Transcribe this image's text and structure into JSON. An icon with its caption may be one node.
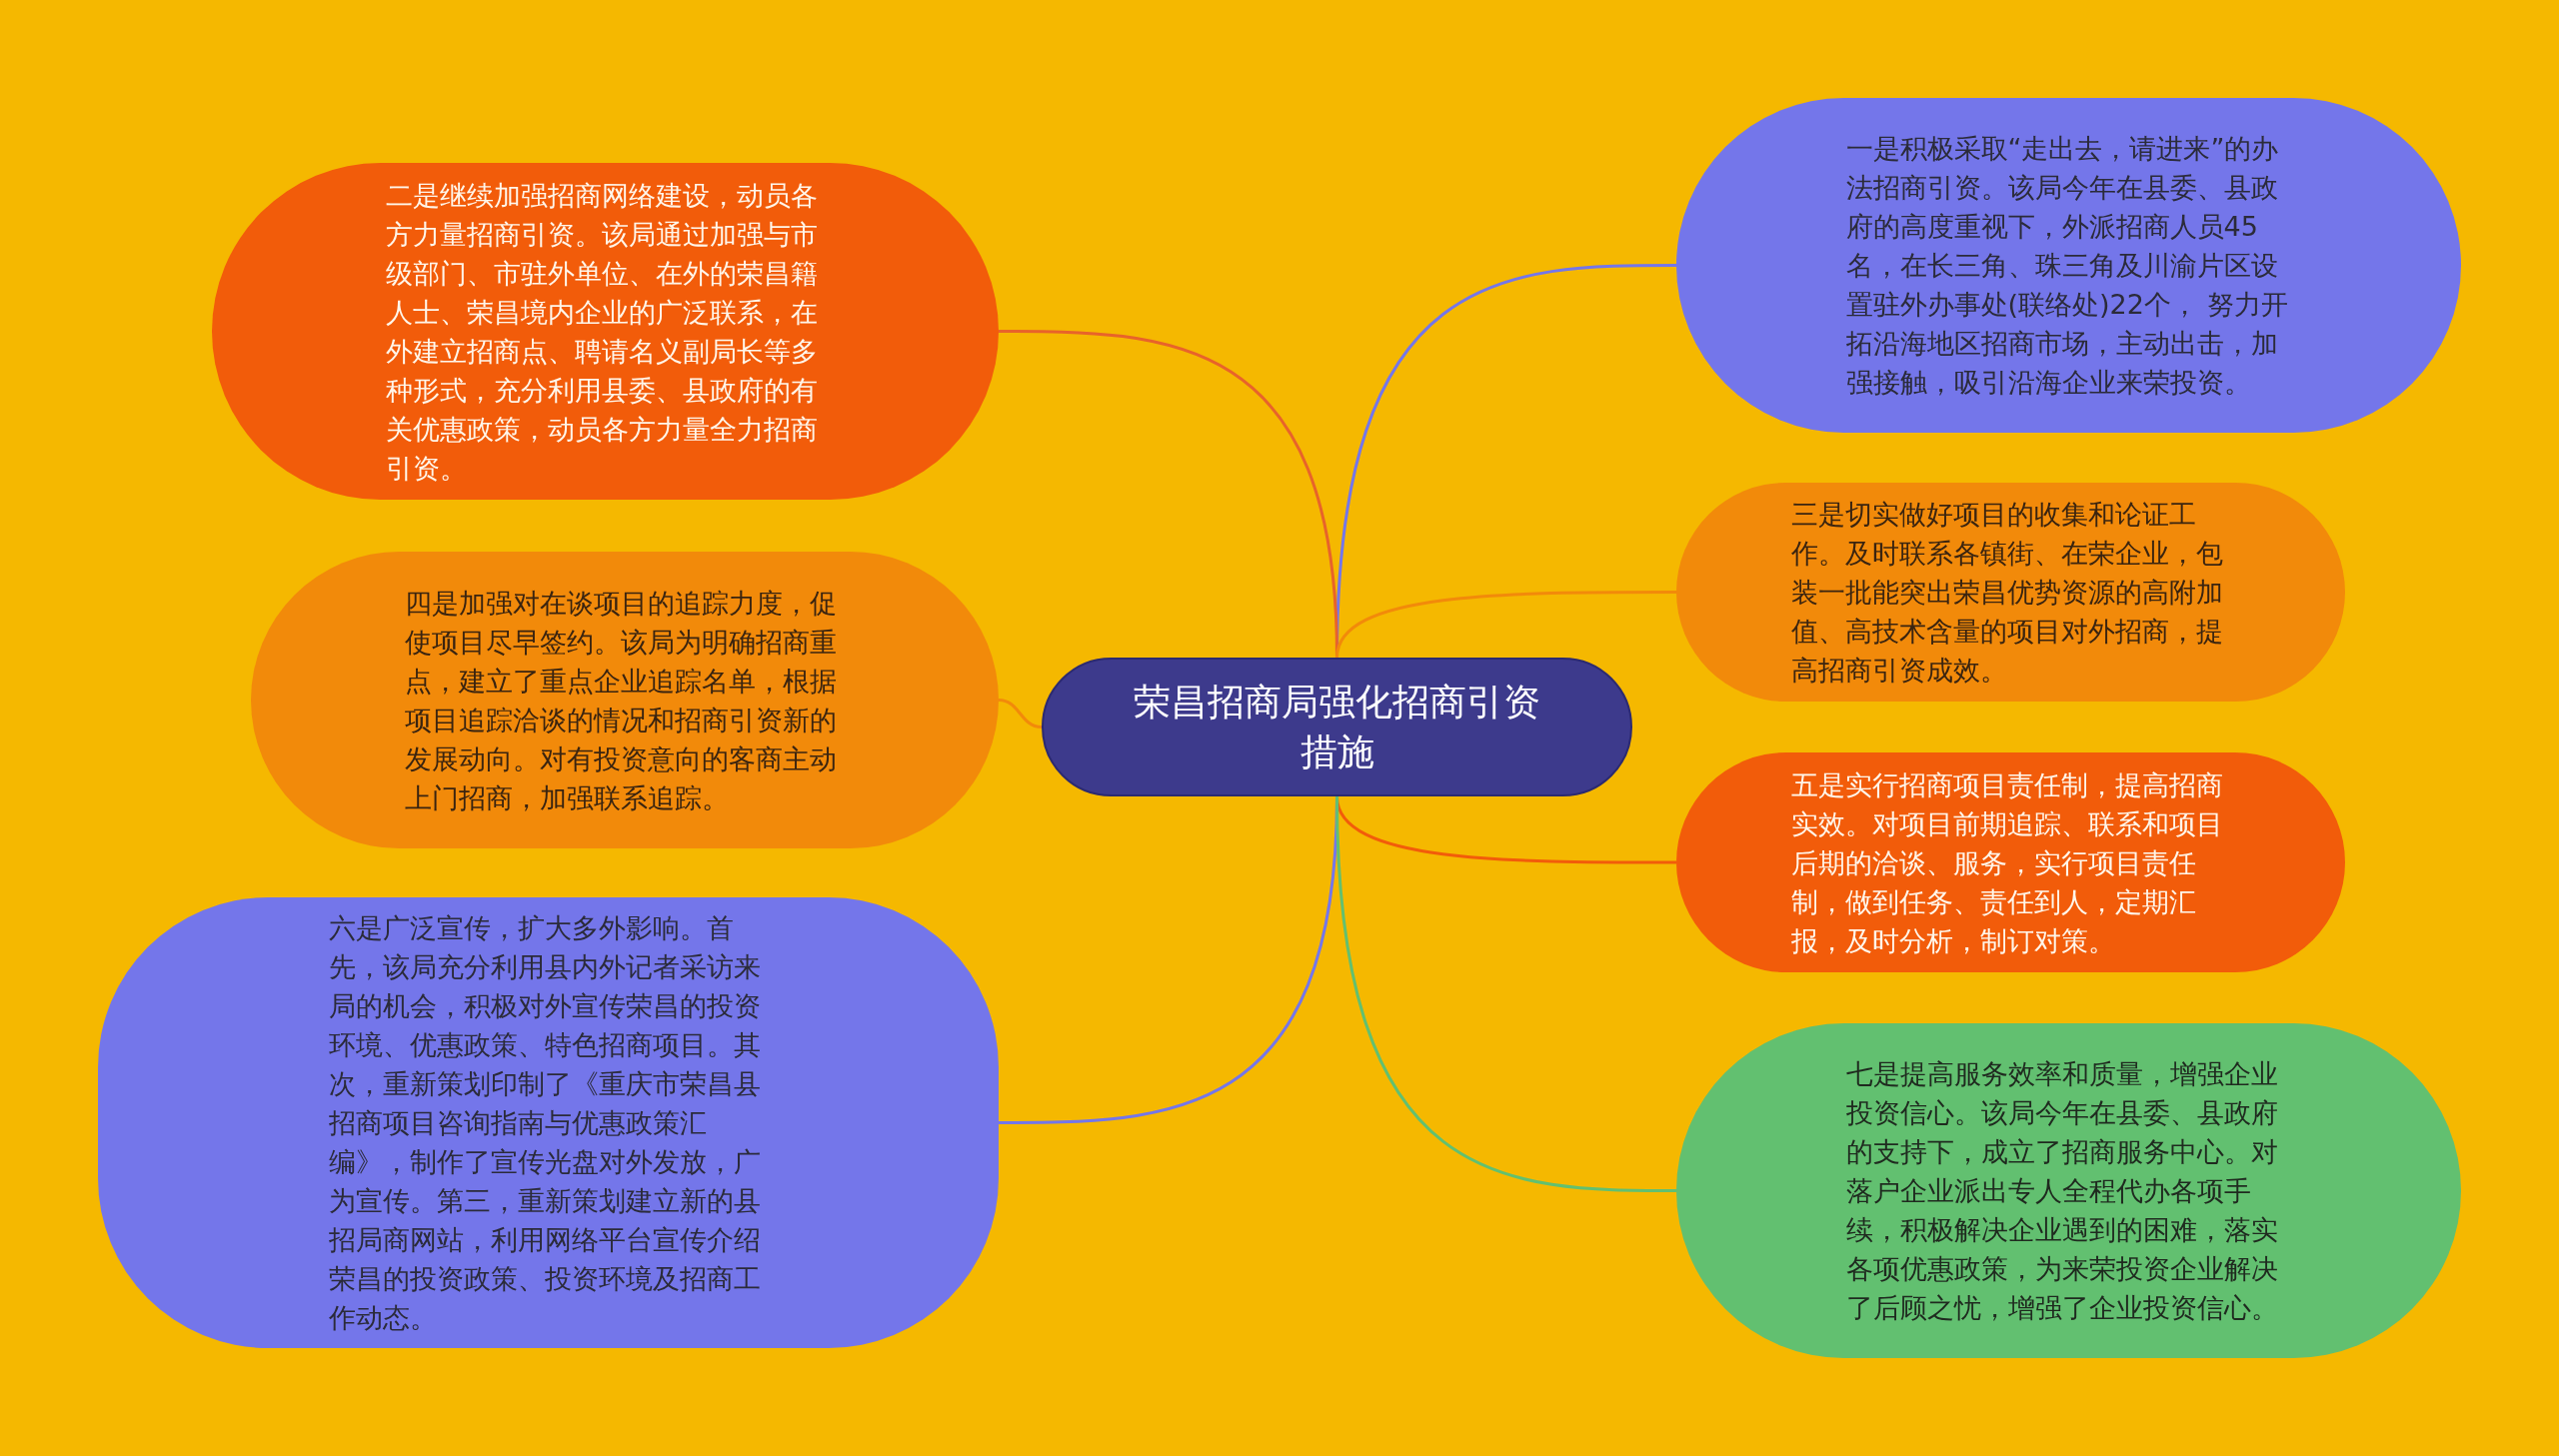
{
  "diagram": {
    "nodes": [
      {
        "text": [
          "荣昌招商局强化招商引资措施"
        ]
      },
      {
        "text": [
          "一是积极采取“走出去，请进来”的办法招商引资。该局今年在县委、县政府的高度重视下，外派招商人员45名，在长三角、珠三角及川渝片区设置驻外办事处(联络处)22个， 努力开拓沿海地区招商市场，主动出击，加强接触，吸引沿海企业来荣投资。"
        ]
      },
      {
        "text": [
          "二是继续加强招商网络建设，动员各方力量招商引资。该局通过加强与市级部门、市驻外单位、在外的荣昌籍人士、荣昌境内企业的广泛联系，在外建立招商点、聘请名义副局长等多种形式，充分利用县委、县政府的有关优惠政策，动员各方力量全力招商引资。"
        ]
      },
      {
        "text": [
          "三是切实做好项目的收集和论证工作。及时联系各镇街、在荣企业，包装一批能突出荣昌优势资源的高附加值、高技术含量的项目对外招商，提高招商引资成效。"
        ]
      },
      {
        "text": [
          "四是加强对在谈项目的追踪力度，促使项目尽早签约。该局为明确招商重点，建立了重点企业追踪名单，根据项目追踪洽谈的情况和招商引资新的发展动向。对有投资意向的客商主动上门招商，加强联系追踪。"
        ]
      },
      {
        "text": [
          "五是实行招商项目责任制，提高招商实效。对项目前期追踪、联系和项目后期的洽谈、服务，实行项目责任制，做到任务、责任到人，定期汇报，及时分析，制订对策。"
        ]
      },
      {
        "text": [
          "六是广泛宣传，扩大多外影响。首先，该局充分利用县内外记者采访来局的机会，积极对外宣传荣昌的投资环境、优惠政策、特色招商项目。其次，重新策划印制了《重庆市荣昌县招商项目咨询指南与优惠政策汇编》，制作了宣传光盘对外发放，广为宣传。第三，重新策划建立新的县招局商网站，利用网络平台宣传介绍荣昌的投资政策、投资环境及招商工作动态。"
        ]
      },
      {
        "text": [
          "七是提高服务效率和质量，增强企业投资信心。该局今年在县委、县政府的支持下，成立了招商服务中心。对落户企业派出专人全程代办各项手续，积极解决企业遇到的困难，落实各项优惠政策，为来荣投资企业解决了后顾之忧，增强了企业投资信心。"
        ]
      }
    ],
    "edges": [
      {
        "from": 0,
        "to": 1,
        "arrow": "none",
        "color": "#7476ea"
      },
      {
        "from": 0,
        "to": 2,
        "arrow": "none",
        "color": "#e8632a"
      },
      {
        "from": 0,
        "to": 3,
        "arrow": "none",
        "color": "#f28a0a"
      },
      {
        "from": 0,
        "to": 4,
        "arrow": "none",
        "color": "#f28a0a"
      },
      {
        "from": 0,
        "to": 5,
        "arrow": "none",
        "color": "#f25c0a"
      },
      {
        "from": 0,
        "to": 6,
        "arrow": "none",
        "color": "#7476ea"
      },
      {
        "from": 0,
        "to": 7,
        "arrow": "none",
        "color": "#62c070"
      }
    ]
  }
}
